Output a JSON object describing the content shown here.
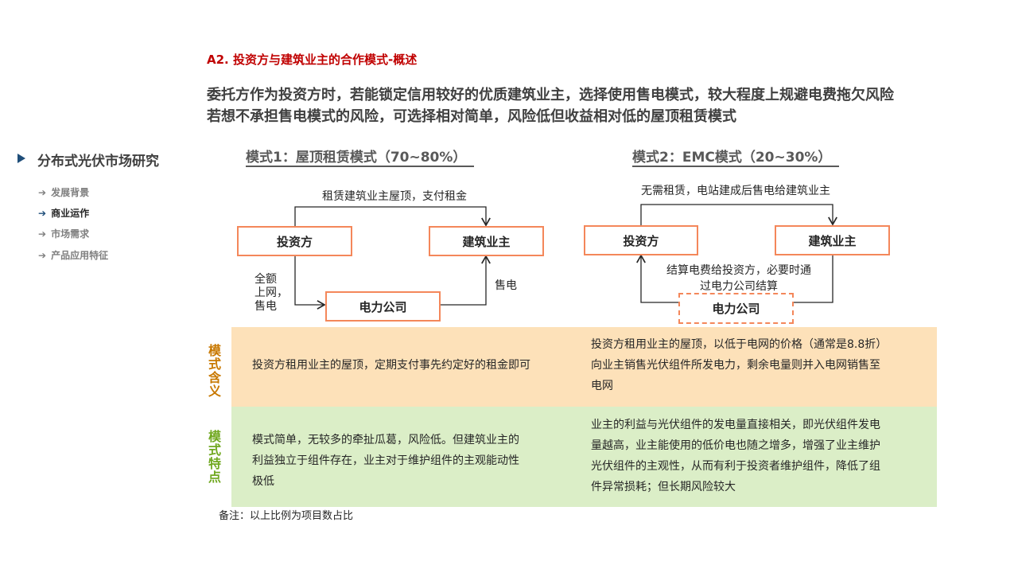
{
  "title": "A2. 投资方与建筑业主的合作模式-概述",
  "subtitle": [
    "委托方作为投资方时，若能锁定信用较好的优质建筑业主，选择使用售电模式，较大程度上规避电费拖欠风险",
    "若想不承担售电模式的风险，可选择相对简单，风险低但收益相对低的屋顶租赁模式"
  ],
  "sidebar": {
    "heading": "分布式光伏市场研究",
    "arrow": "➔",
    "items": [
      {
        "label": "发展背景"
      },
      {
        "label": "商业运作",
        "active": true
      },
      {
        "label": "市场需求"
      },
      {
        "label": "产品应用特征"
      }
    ]
  },
  "mode1": {
    "heading": "模式1：屋顶租赁模式（70~80%）",
    "investor": "投资方",
    "owner": "建筑业主",
    "grid": "电力公司",
    "top_label": "租赁建筑业主屋顶，支付租金",
    "left_label": [
      "全额",
      "上网，",
      "售电"
    ],
    "right_label": "售电"
  },
  "mode2": {
    "heading": "模式2：EMC模式（20~30%）",
    "investor": "投资方",
    "owner": "建筑业主",
    "grid": "电力公司",
    "top_label": "无需租赁，电站建成后售电给建筑业主",
    "bottom_label": [
      "结算电费给投资方，必要时通",
      "过电力公司结算"
    ]
  },
  "table": {
    "row1": {
      "label": "模式含义",
      "color": "#c87800",
      "bg": "#fde1b9",
      "cell1": [
        "投资方租用业主的屋顶，定期支付事先约定好的租金即可"
      ],
      "cell2": [
        "投资方租用业主的屋顶，以低于电网的价格（通常是8.8折）",
        "向业主销售光伏组件所发电力，剩余电量则并入电网销售至",
        "电网"
      ]
    },
    "row2": {
      "label": "模式特点",
      "color": "#70a820",
      "bg": "#dbeec7",
      "cell1": [
        "模式简单，无较多的牵扯瓜葛，风险低。但建筑业主的",
        "利益独立于组件存在，业主对于维护组件的主观能动性",
        "极低"
      ],
      "cell2": [
        "业主的利益与光伏组件的发电量直接相关，即光伏组件发电",
        "量越高，业主能使用的低价电也随之增多，增强了业主维护",
        "光伏组件的主观性，从而有利于投资者维护组件，降低了组",
        "件异常损耗；但长期风险较大"
      ]
    }
  },
  "note": "备注：以上比例为项目数占比"
}
